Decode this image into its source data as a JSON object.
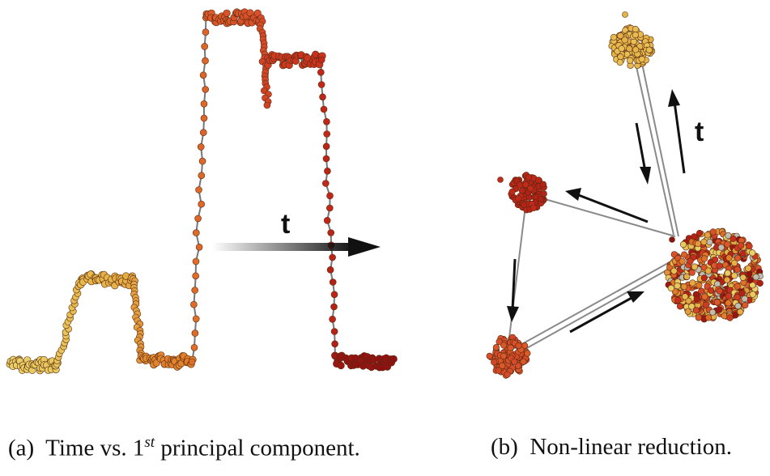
{
  "panels": [
    {
      "id": "a",
      "caption_prefix": "(a)",
      "caption_before": "Time vs. 1",
      "caption_sup": "st",
      "caption_after": " principal component.",
      "arrow_label": "t"
    },
    {
      "id": "b",
      "caption_prefix": "(b)",
      "caption_text": "Non-linear reduction.",
      "arrow_label": "t"
    }
  ],
  "colors": {
    "yellow": "#e8d36a",
    "gold": "#e6b54a",
    "orange": "#e07a2a",
    "red_orange": "#d8502a",
    "red": "#c42a1a",
    "dark_red": "#8e1010",
    "line": "#7a7a7a",
    "arrow": "#111111"
  }
}
